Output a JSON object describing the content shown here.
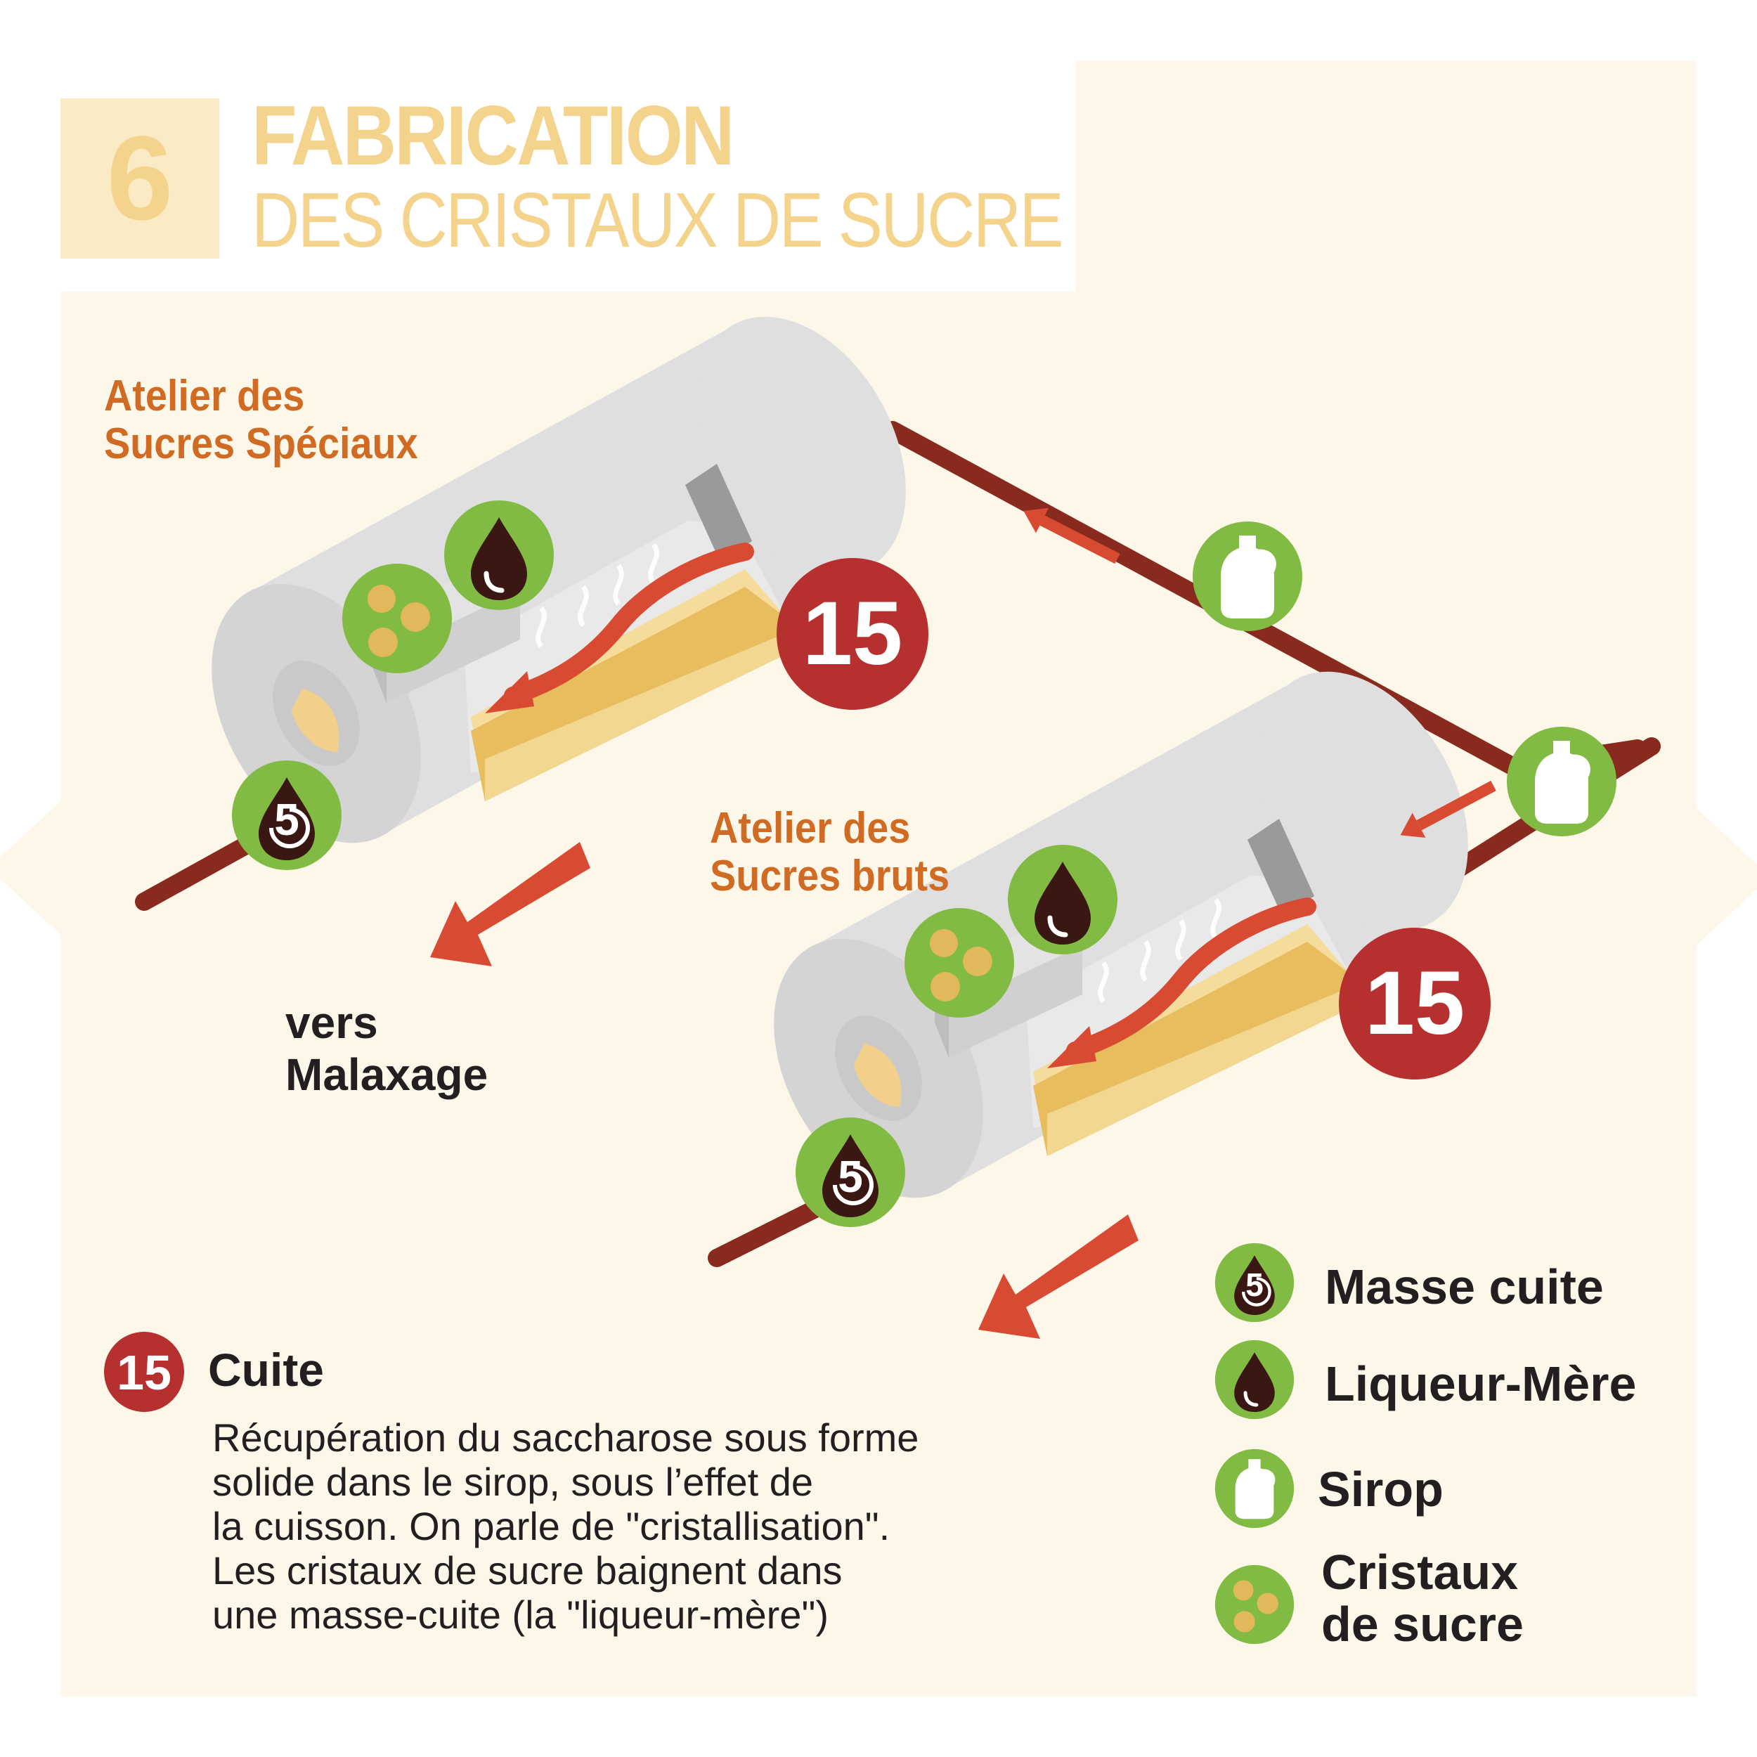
{
  "header": {
    "step_number": "6",
    "title": "FABRICATION",
    "subtitle": "DES CRISTAUX DE SUCRE"
  },
  "workshops": [
    {
      "label": "Atelier des\nSucres Spéciaux",
      "process_number": "15"
    },
    {
      "label": "Atelier des\nSucres bruts",
      "process_number": "15"
    }
  ],
  "destination": {
    "label": "vers\nMalaxage"
  },
  "legend": {
    "items": [
      {
        "icon": "masse-cuite-drop-icon",
        "number": "5",
        "label": "Masse cuite"
      },
      {
        "icon": "liqueur-mere-drop-icon",
        "label": "Liqueur-Mère"
      },
      {
        "icon": "sirop-bottle-icon",
        "label": "Sirop"
      },
      {
        "icon": "sugar-crystals-icon",
        "label": "Cristaux\nde sucre"
      }
    ]
  },
  "cuite": {
    "number": "15",
    "title": "Cuite",
    "description": "Récupération du saccharose sous forme\nsolide dans le sirop, sous l’effet de\nla cuisson. On parle de \"cristallisation\".\nLes cristaux de sucre baignent dans\nune masse-cuite (la \"liqueur-mère\")"
  },
  "colors": {
    "background": "#fdf7ea",
    "pipe": "#892a1e",
    "badge_red": "#b5302e",
    "icon_green": "#82bb43",
    "drop_brown": "#3a1712",
    "crystal": "#e1b95b",
    "arrow": "#d84b32",
    "workshop_text": "#cf6b22",
    "title": "#f4d38d"
  }
}
